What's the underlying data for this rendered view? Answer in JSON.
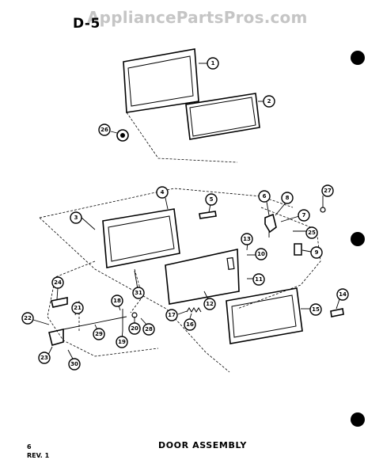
{
  "header": {
    "page_code": "D-5",
    "watermark": "AppliancePartsPros.com"
  },
  "footer": {
    "title": "DOOR ASSEMBLY",
    "sheet": "6",
    "revision": "REV. 1"
  },
  "callouts": [
    "1",
    "2",
    "26",
    "4",
    "5",
    "6",
    "8",
    "27",
    "7",
    "3",
    "25",
    "13",
    "10",
    "9",
    "11",
    "14",
    "15",
    "12",
    "17",
    "16",
    "31",
    "24",
    "21",
    "18",
    "22",
    "19",
    "20",
    "29",
    "28",
    "23",
    "30"
  ]
}
